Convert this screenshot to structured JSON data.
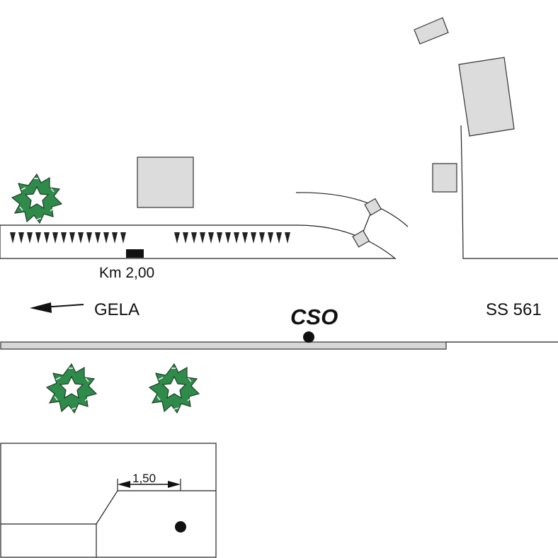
{
  "map": {
    "labels": {
      "kilometre": "Km 2,00",
      "direction": "GELA",
      "road": "SS 561",
      "station": "CSO",
      "inset_dimension": "1,50"
    },
    "colors": {
      "building_fill": "#dcdcdc",
      "road_strip_fill": "#d6d6d6",
      "line": "#222222",
      "tree_foliage": "#2e8b4a",
      "marker": "#111111"
    },
    "icons": {
      "tree": "tree-icon",
      "station_marker": "station-dot-icon",
      "direction_arrow": "arrow-left-icon",
      "km_marker": "km-post-icon"
    }
  }
}
